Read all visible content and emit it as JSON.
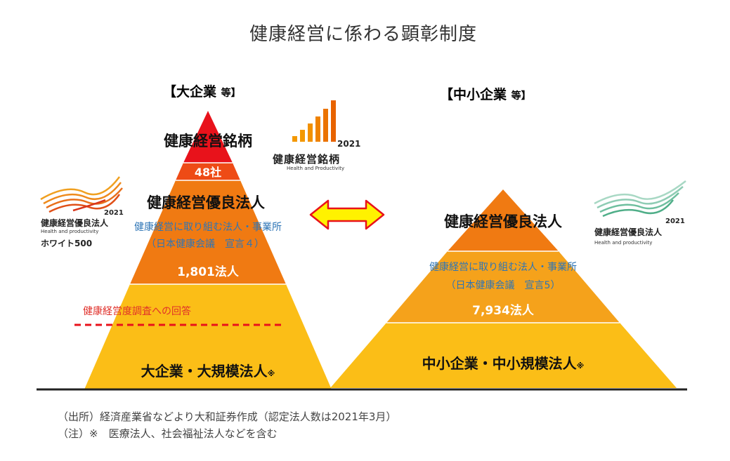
{
  "title": "健康経営に係わる顕彰制度",
  "left": {
    "header": "【大企業",
    "header_suffix": "等】",
    "top_label": "健康経営銘柄",
    "top_count": "48社",
    "mid_label": "健康経営優良法人",
    "mid_sub1": "健康経営に取り組む法人・事業所",
    "mid_sub2": "（日本健康会議　宣言４）",
    "mid_count": "1,801法人",
    "survey_label": "健康経営度調査への回答",
    "base_label": "大企業・大規模法人",
    "base_mark": "※"
  },
  "right": {
    "header": "【中小企業",
    "header_suffix": "等】",
    "mid_label": "健康経営優良法人",
    "mid_sub1": "健康経営に取り組む法人・事業所",
    "mid_sub2": "（日本健康会議　宣言5）",
    "mid_count": "7,934法人",
    "base_label": "中小企業・中小規模法人",
    "base_mark": "※"
  },
  "logos": {
    "meigara": {
      "year": "2021",
      "name": "健康経営銘柄",
      "sub": "Health and Productivity"
    },
    "white500": {
      "year": "2021",
      "name": "健康経営優良法人",
      "sub": "Health and productivity",
      "tag": "ホワイト500"
    },
    "yuryo": {
      "year": "2021",
      "name": "健康経営優良法人",
      "sub": "Health and productivity"
    }
  },
  "notes": {
    "source": "（出所）経済産業省などより大和証券作成（認定法人数は2021年3月）",
    "note": "（注）※　医療法人、社会福祉法人などを含む"
  },
  "colors": {
    "red": "#e8121b",
    "orange": "#f07a12",
    "amber": "#f5a21b",
    "yellow": "#fbbe17",
    "arrow_fill": "#fff200",
    "arrow_stroke": "#e8121b"
  }
}
